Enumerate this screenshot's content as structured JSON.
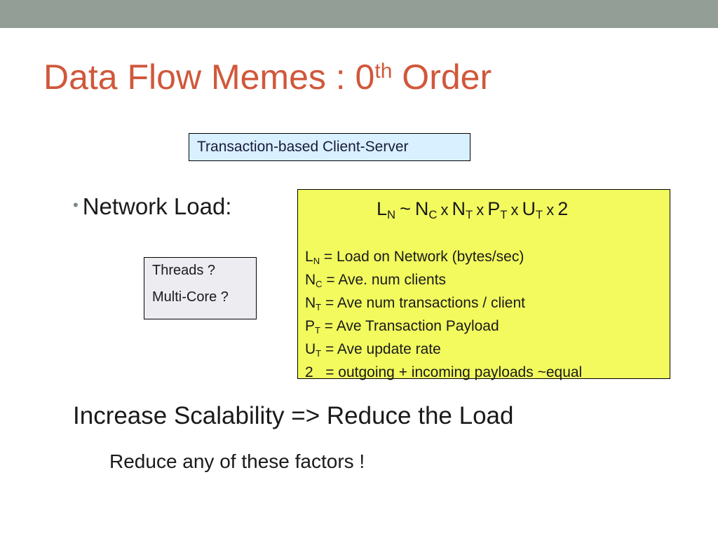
{
  "title": {
    "text": "Data Flow Memes : 0",
    "sup": "th",
    "suffix": " Order"
  },
  "tag_box": {
    "text": "Transaction-based Client-Server"
  },
  "bullet": {
    "marker": "•",
    "text": "Network Load:"
  },
  "threads_box": {
    "line1": "Threads ?",
    "line2": "Multi-Core ?"
  },
  "formula": {
    "parts": [
      {
        "base": "L",
        "sub": "N"
      },
      {
        "op": "~"
      },
      {
        "base": "N",
        "sub": "C"
      },
      {
        "op": "x"
      },
      {
        "base": "N",
        "sub": "T"
      },
      {
        "op": "x"
      },
      {
        "base": "P",
        "sub": "T"
      },
      {
        "op": "x"
      },
      {
        "base": "U",
        "sub": "T"
      },
      {
        "op": "x"
      },
      {
        "base": "2"
      }
    ],
    "definitions": [
      {
        "base": "L",
        "sub": "N",
        "text": " = Load on Network (bytes/sec)"
      },
      {
        "base": "N",
        "sub": "C",
        "text": " = Ave. num clients"
      },
      {
        "base": "N",
        "sub": "T",
        "text": " = Ave num transactions / client"
      },
      {
        "base": "P",
        "sub": "T",
        "text": " = Ave Transaction Payload"
      },
      {
        "base": "U",
        "sub": "T",
        "text": " = Ave update rate"
      },
      {
        "base": "2",
        "sub": "",
        "text": "   = outgoing + incoming payloads ~equal"
      }
    ]
  },
  "increase": {
    "text": "Increase Scalability => Reduce the Load"
  },
  "reduce": {
    "text": "Reduce any of these factors !"
  },
  "colors": {
    "title": "#d0583b",
    "topbar": "#929e96",
    "formula_bg": "#f2fa5e",
    "tag_bg": "#d8f0ff",
    "threads_bg": "#ececf1"
  }
}
